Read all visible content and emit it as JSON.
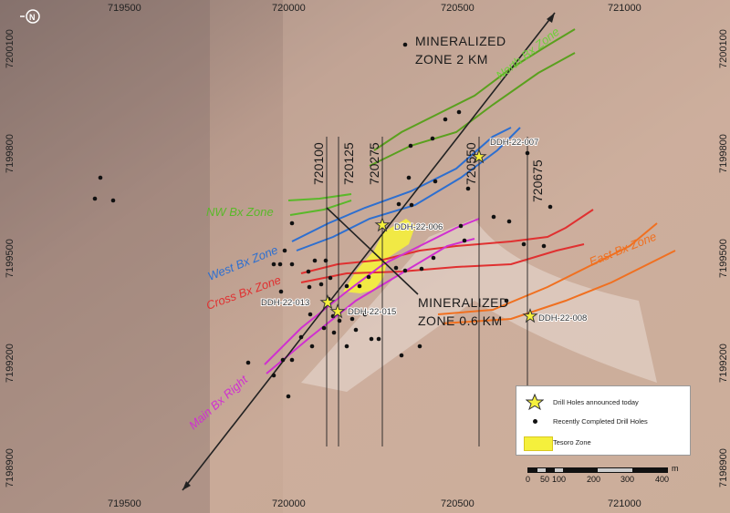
{
  "map": {
    "x_ticks": [
      "719500",
      "720000",
      "720500",
      "721000"
    ],
    "y_ticks": [
      "7200100",
      "7199800",
      "7199500",
      "7199200",
      "7198900"
    ],
    "north_label": "N",
    "zones": {
      "north": "North Bx Zone",
      "nw": "NW Bx Zone",
      "west": "West Bx Zone",
      "cross": "Cross Bx Zone",
      "main": "Main Bx Right",
      "east": "East Bx Zone"
    },
    "mineralized_long": [
      "MINERALIZED",
      "ZONE 2 KM"
    ],
    "mineralized_short": [
      "MINERALIZED",
      "ZONE 0.6 KM"
    ],
    "sections": [
      "720100",
      "720125",
      "720275",
      "720550",
      "720675"
    ],
    "drill_holes": [
      "DDH-22-006",
      "DDH-22-007",
      "DDH-22-008",
      "DDH-22-013",
      "DDH-22-015"
    ],
    "colors": {
      "north": "#5aa01e",
      "nw": "#5ab82a",
      "west": "#2d6fd0",
      "cross": "#e03030",
      "main": "#d030d0",
      "east": "#f07020",
      "tesoro": "#f5f03c"
    }
  },
  "legend": {
    "star": "Drill Holes announced today",
    "dot": "Recently Completed Drill Holes",
    "tesoro": "Tesoro Zone"
  },
  "scale": {
    "labels": [
      "0",
      "50",
      "100",
      "200",
      "300",
      "400"
    ],
    "unit": "m"
  }
}
